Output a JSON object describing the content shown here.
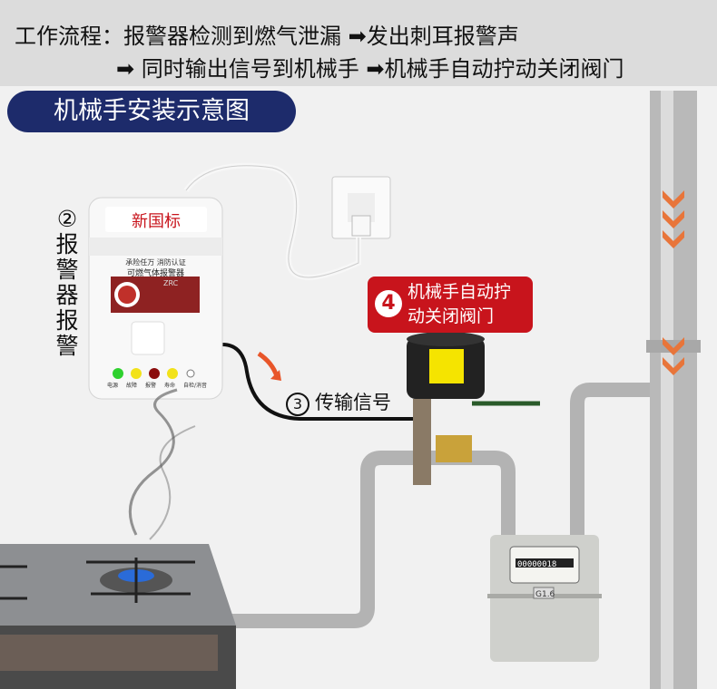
{
  "header": {
    "line1": "工作流程：报警器检测到燃气泄漏 ➡发出刺耳报警声",
    "line2": "➡ 同时输出信号到机械手 ➡机械手自动拧动关闭阀门"
  },
  "title": "机械手安装示意图",
  "steps": {
    "step2_num": "②",
    "step2_text": "报警器报警",
    "step3_num": "③",
    "step3_text": "传输信号",
    "step4_num": "4",
    "step4_line1": "机械手自动拧",
    "step4_line2": "动关闭阀门"
  },
  "alarm": {
    "badge": "新国标",
    "slogan": "承险任万  消防认证",
    "name": "可燃气体报警器",
    "cert": "ZRC",
    "leds": [
      "电源",
      "故障",
      "报警",
      "寿命",
      "自检/消音"
    ],
    "colors": {
      "power": "#2fd12f",
      "fault": "#f2e21a",
      "alarm": "#8b0d0d",
      "life": "#f2e21a"
    }
  },
  "meter": {
    "reading": "00000018",
    "model": "G1.6"
  },
  "colors": {
    "accent_red": "#c8141c",
    "title_navy": "#1d2b6b",
    "pipe_arrow": "#e8753a"
  }
}
